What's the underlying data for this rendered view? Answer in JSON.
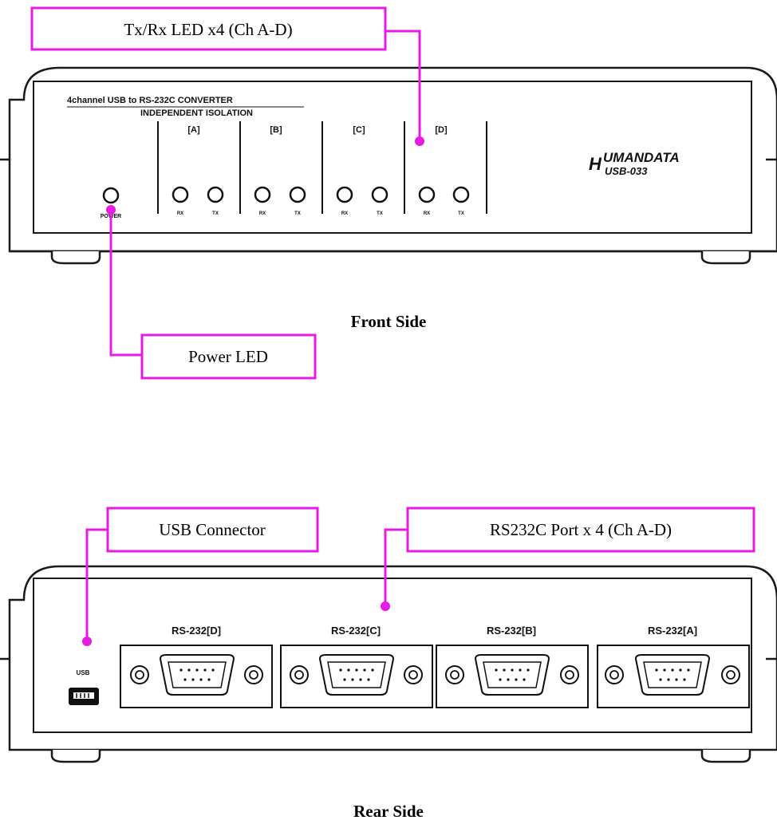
{
  "colors": {
    "callout": "#e81be6",
    "outline": "#1a1a1a",
    "background": "#ffffff"
  },
  "front": {
    "caption": "Front Side",
    "header_line1": "4channel USB to RS-232C CONVERTER",
    "header_line2": "INDEPENDENT ISOLATION",
    "power_label": "POWER",
    "channels": [
      {
        "label": "[A]",
        "rx": "RX",
        "tx": "TX"
      },
      {
        "label": "[B]",
        "rx": "RX",
        "tx": "TX"
      },
      {
        "label": "[C]",
        "rx": "RX",
        "tx": "TX"
      },
      {
        "label": "[D]",
        "rx": "RX",
        "tx": "TX"
      }
    ],
    "brand": "HUMANDATA",
    "brand_h": "H",
    "brand_rest": "UMANDATA",
    "model": "USB-033",
    "callouts": {
      "txrx": "Tx/Rx LED x4 (Ch A-D)",
      "power": "Power LED"
    }
  },
  "rear": {
    "caption": "Rear Side",
    "usb_label": "USB",
    "ports": [
      "RS-232[D]",
      "RS-232[C]",
      "RS-232[B]",
      "RS-232[A]"
    ],
    "callouts": {
      "usb": "USB Connector",
      "rs232": "RS232C Port x 4 (Ch A-D)"
    }
  }
}
